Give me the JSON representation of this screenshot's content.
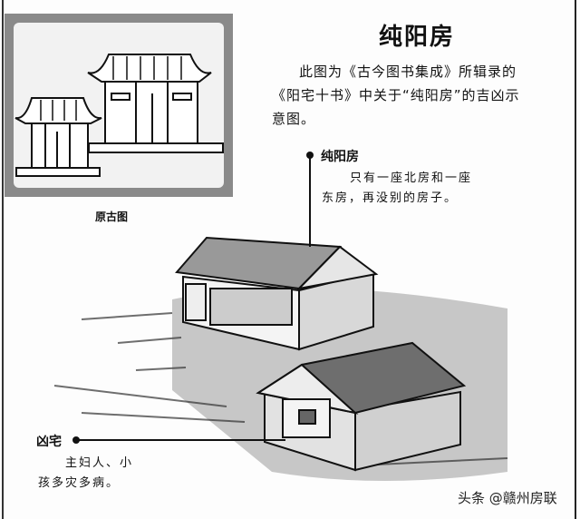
{
  "title": "纯阳房",
  "intro": {
    "line1": "此图为《古今图书集成》所辑录的",
    "line2": "《阳宅十书》中关于“纯阳房”的吉凶示",
    "line3": "意图。"
  },
  "inset": {
    "caption": "原古图"
  },
  "callout_top": {
    "label": "纯阳房",
    "line1": "只有一座北房和一座",
    "line2": "东房，再没别的房子。"
  },
  "callout_bottom": {
    "label": "凶宅",
    "line1": "主妇人、小",
    "line2": "孩多灾多病。"
  },
  "watermark": "头条 @赣州房联",
  "colors": {
    "ink": "#111111",
    "paper": "#fdfdfd",
    "stipple": "#8a8a8a"
  }
}
